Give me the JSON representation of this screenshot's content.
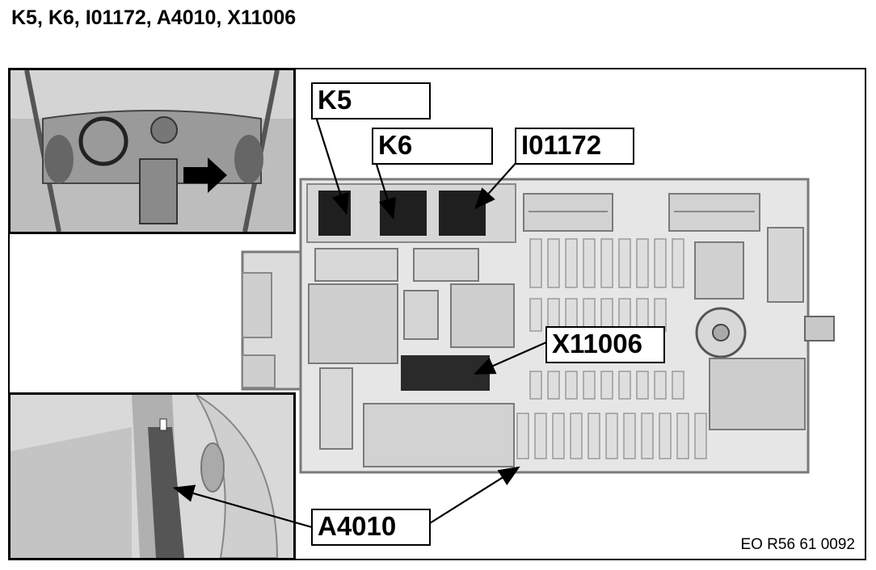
{
  "title": "K5, K6, I01172, A4010, X11006",
  "callouts": {
    "k5": "K5",
    "k6": "K6",
    "i01172": "I01172",
    "x11006": "X11006",
    "a4010": "A4010"
  },
  "reference_code": "EO R56 61 0092",
  "colors": {
    "housing": "#e6e6e6",
    "housing_edge": "#7a7a7a",
    "relay": "#1f1f1f",
    "line": "#000000",
    "inset_bg": "#bdbdbd"
  }
}
